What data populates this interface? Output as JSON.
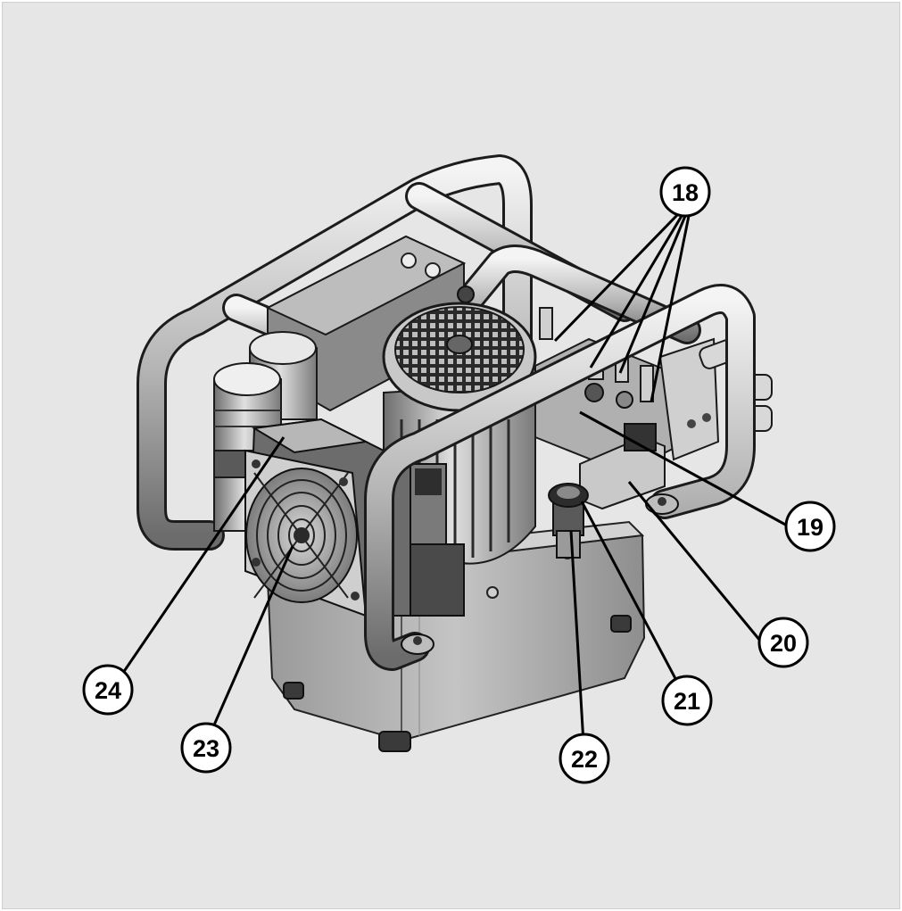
{
  "figure": {
    "background": "#e6e6e6",
    "subject": "hydraulic-pump-unit"
  },
  "callouts": [
    {
      "id": "c18",
      "label": "18"
    },
    {
      "id": "c19",
      "label": "19"
    },
    {
      "id": "c20",
      "label": "20"
    },
    {
      "id": "c21",
      "label": "21"
    },
    {
      "id": "c22",
      "label": "22"
    },
    {
      "id": "c23",
      "label": "23"
    },
    {
      "id": "c24",
      "label": "24"
    }
  ]
}
